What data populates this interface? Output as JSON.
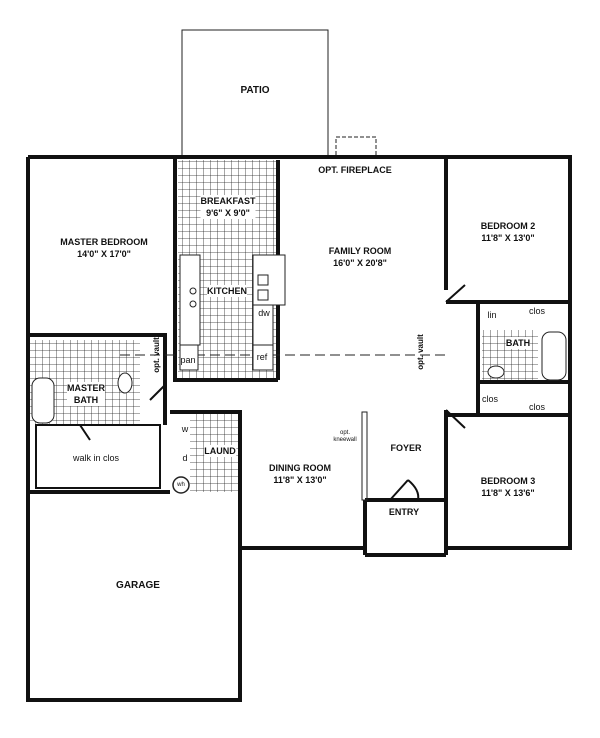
{
  "rooms": {
    "patio": {
      "name": "PATIO"
    },
    "fireplace": {
      "name": "OPT. FIREPLACE"
    },
    "breakfast": {
      "name": "BREAKFAST",
      "size": "9'6\" X 9'0\""
    },
    "master_bedroom": {
      "name": "MASTER BEDROOM",
      "size": "14'0\" X 17'0\""
    },
    "family_room": {
      "name": "FAMILY ROOM",
      "size": "16'0\" X 20'8\""
    },
    "bedroom2": {
      "name": "BEDROOM 2",
      "size": "11'8\" X 13'0\""
    },
    "kitchen": {
      "name": "KITCHEN"
    },
    "master_bath": {
      "name": "MASTER",
      "name2": "BATH"
    },
    "bath": {
      "name": "BATH"
    },
    "walk_in": {
      "name": "walk in clos"
    },
    "laundry": {
      "name": "LAUND"
    },
    "dining": {
      "name": "DINING ROOM",
      "size": "11'8\" X 13'0\""
    },
    "foyer": {
      "name": "FOYER"
    },
    "entry": {
      "name": "ENTRY"
    },
    "bedroom3": {
      "name": "BEDROOM 3",
      "size": "11'8\" X 13'6\""
    },
    "garage": {
      "name": "GARAGE"
    }
  },
  "fixtures": {
    "dw": "dw",
    "ref": "ref",
    "pan": "pan",
    "lin": "lin",
    "clos": "clos",
    "w": "w",
    "d": "d",
    "wh": "wh",
    "opt_vault": "opt. vault",
    "opt_kneewall": "opt.",
    "kneewall": "kneewall"
  }
}
